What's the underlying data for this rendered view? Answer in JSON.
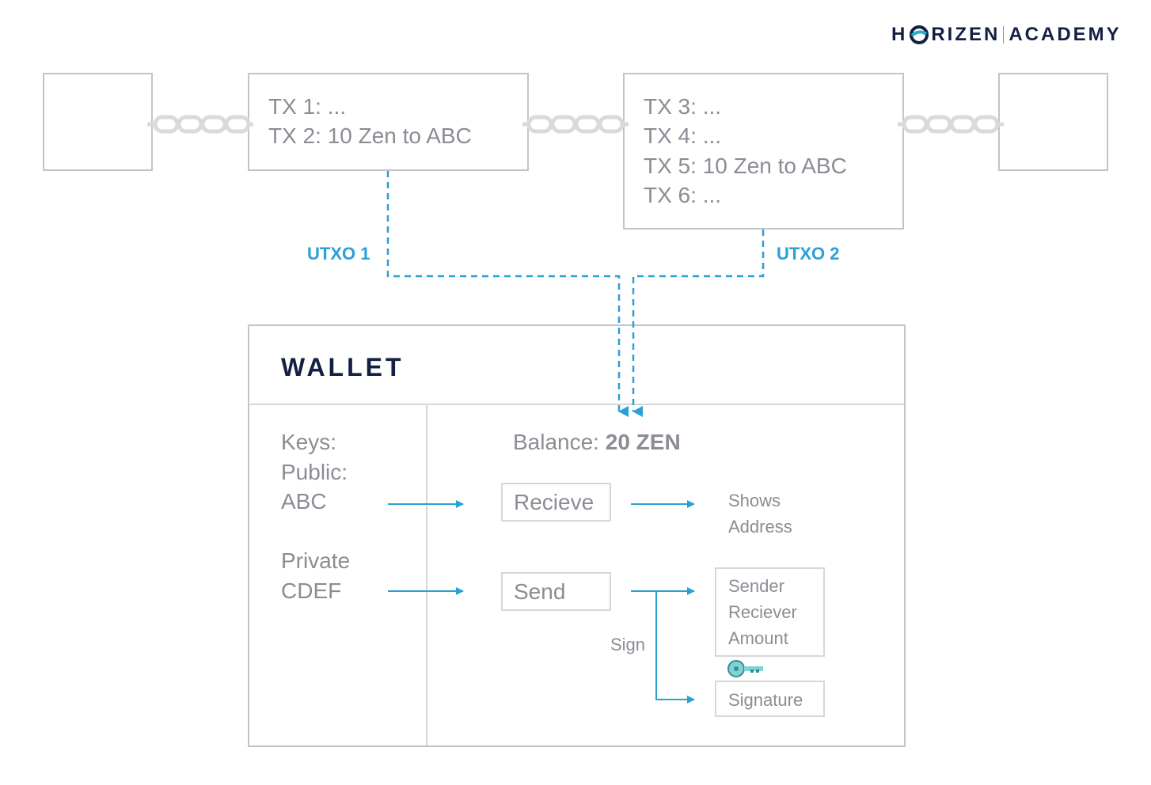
{
  "brand": {
    "name": "H  RIZEN",
    "academy": "ACADEMY"
  },
  "blocks": {
    "block2": [
      "TX 1: ...",
      "TX 2: 10 Zen to ABC"
    ],
    "block3": [
      "TX 3: ...",
      "TX 4: ...",
      "TX 5: 10 Zen to ABC",
      "TX 6: ..."
    ]
  },
  "utxo": {
    "one": "UTXO 1",
    "two": "UTXO 2"
  },
  "wallet": {
    "title": "WALLET",
    "keys": [
      "Keys:",
      "Public:",
      "ABC"
    ],
    "private": [
      "Private",
      "CDEF"
    ],
    "balance_label": "Balance: ",
    "balance_value": "20 ZEN",
    "receive": "Recieve",
    "send": "Send",
    "shows_address": [
      "Shows",
      "Address"
    ],
    "tx_fields": [
      "Sender",
      "Reciever",
      "Amount"
    ],
    "sign": "Sign",
    "signature": "Signature"
  },
  "colors": {
    "accent": "#2aa0d6",
    "border": "#c3c4c8",
    "text": "#8a8d94",
    "navy": "#132042",
    "teal": "#26b3c7"
  }
}
